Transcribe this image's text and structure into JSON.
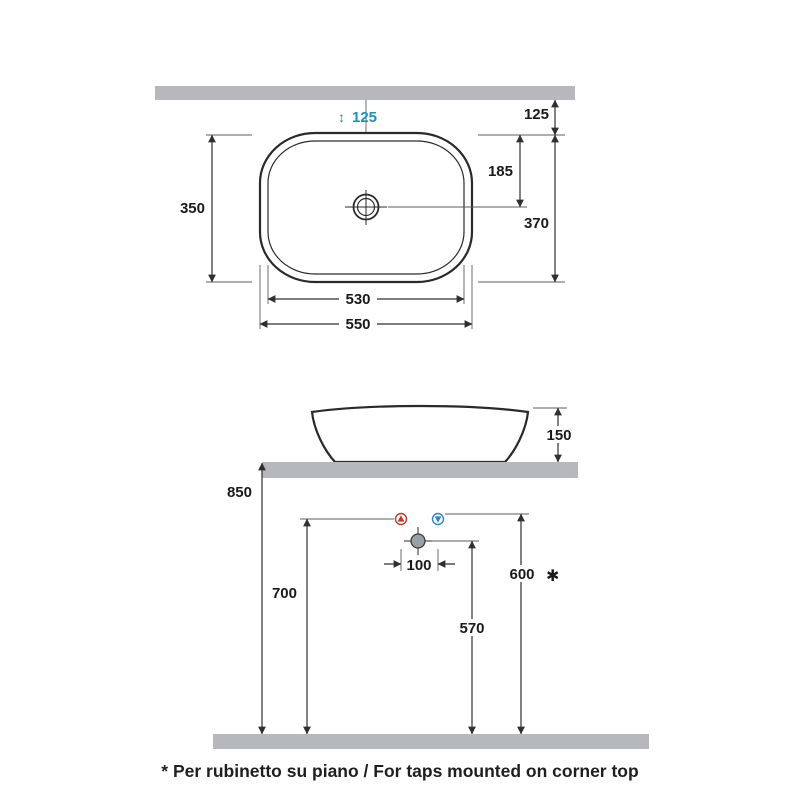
{
  "colors": {
    "bar": "#b5b9bb",
    "teal": "#1a93b8",
    "hot": "#c0392b",
    "cold": "#2e86c1",
    "line": "#2f2f2f"
  },
  "top_view": {
    "tap_offset": {
      "arrow": "↕",
      "value": "125"
    },
    "wall_distance": "125",
    "hole_from_edge": "185",
    "wall_to_center": "370",
    "depth": "350",
    "inner_width": "530",
    "outer_width": "550"
  },
  "front_view": {
    "basin_height": "150",
    "worktop_height": "850",
    "supply_height": "700",
    "drain_height": "570",
    "supply_spacing": "100",
    "corner_tap_height": "600",
    "asterisk": "✱"
  },
  "footnote": "* Per rubinetto su piano / For taps mounted on corner top"
}
